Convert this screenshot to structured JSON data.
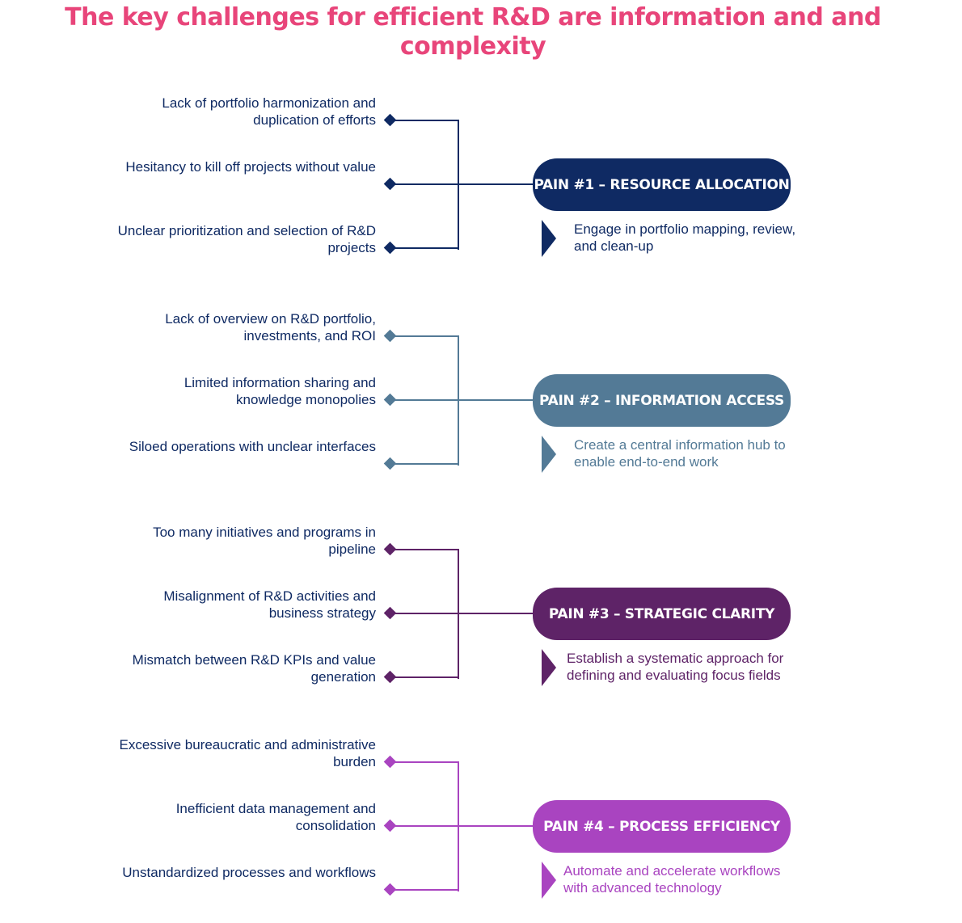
{
  "title": "The key challenges for efficient R&D are information and and complexity",
  "sections": [
    {
      "color": "#0f2a63",
      "pill": "PAIN #1 – RESOURCE ALLOCATION",
      "action": "Engage in portfolio mapping, review, and clean-up",
      "items": [
        "Lack of portfolio harmonization and duplication of efforts",
        "Hesitancy to kill off projects without value",
        "Unclear prioritization and selection of R&D projects"
      ]
    },
    {
      "color": "#537a96",
      "pill": "PAIN #2 – INFORMATION ACCESS",
      "action": "Create a central information hub to enable end-to-end work",
      "items": [
        "Lack of overview on R&D portfolio, investments, and ROI",
        "Limited information sharing and knowledge monopolies",
        "Siloed operations with unclear interfaces"
      ]
    },
    {
      "color": "#5e2367",
      "pill": "PAIN #3 – STRATEGIC CLARITY",
      "action": "Establish a systematic approach for defining and evaluating focus fields",
      "items": [
        "Too many initiatives and programs in pipeline",
        "Misalignment of R&D activities and business strategy",
        "Mismatch between R&D KPIs and value generation"
      ]
    },
    {
      "color": "#a944c0",
      "pill": "PAIN #4 – PROCESS EFFICIENCY",
      "action": "Automate and accelerate workflows with advanced technology",
      "items": [
        "Excessive bureaucratic and administrative burden",
        "Inefficient data management and consolidation",
        "Unstandardized processes and workflows"
      ]
    }
  ]
}
